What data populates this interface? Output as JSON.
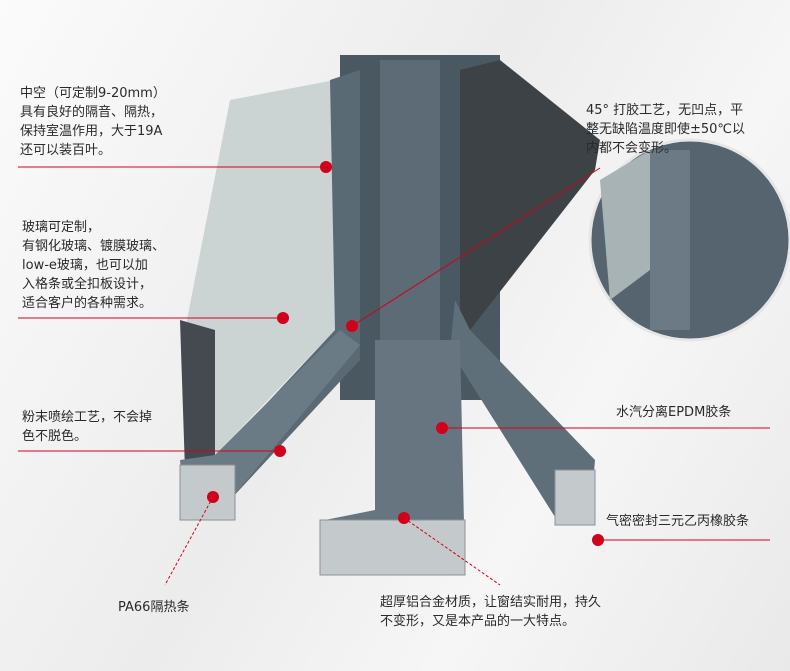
{
  "annotations": {
    "hollow_glass": "中空（可定制9-20mm）\n具有良好的隔音、隔热，\n保持室温作用，大于19A\n还可以装百叶。",
    "glass_custom": "玻璃可定制，\n有钢化玻璃、镀膜玻璃、\nlow-e玻璃，也可以加\n入格条或全扣板设计，\n适合客户的各种需求。",
    "powder_coating": "粉末喷绘工艺，不会掉\n色不脱色。",
    "pa66": "PA66隔热条",
    "angle_glue": "45° 打胶工艺，无凹点，平\n整无缺陷温度即使±50℃以\n内都不会变形。",
    "epdm": "水汽分离EPDM胶条",
    "airtight_seal": "气密密封三元乙丙橡胶条",
    "aluminum": "超厚铝合金材质，让窗结实耐用，持久\n不变形，又是本产品的一大特点。"
  },
  "colors": {
    "accent": "#d0021b",
    "frame": "#5a6a75",
    "glass": "#c9d3d3"
  }
}
